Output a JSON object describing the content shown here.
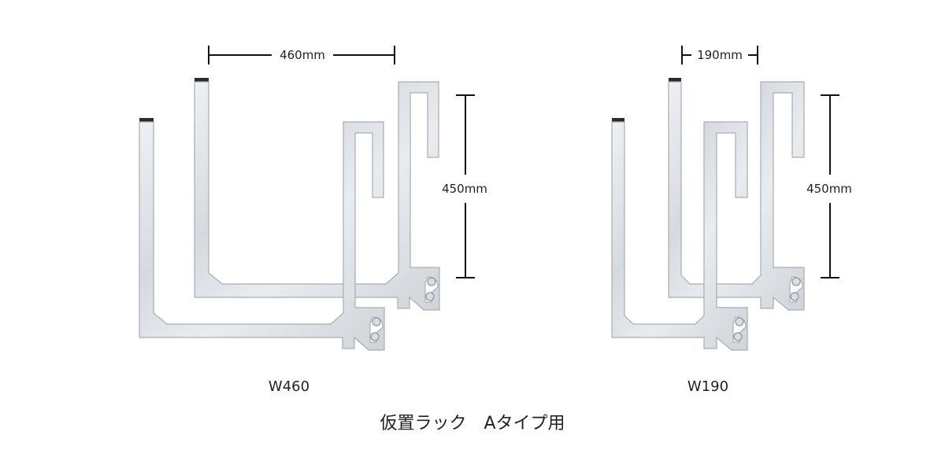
{
  "title": "仮置ラック　Aタイプ用",
  "products": [
    {
      "caption": "W460",
      "width_dim": "460mm",
      "height_dim": "450mm"
    },
    {
      "caption": "W190",
      "width_dim": "190mm",
      "height_dim": "450mm"
    }
  ],
  "colors": {
    "metal": "#dfe3e7",
    "metal_edge": "#a7adb4",
    "cap": "#2b2b2b",
    "line": "#111111"
  }
}
